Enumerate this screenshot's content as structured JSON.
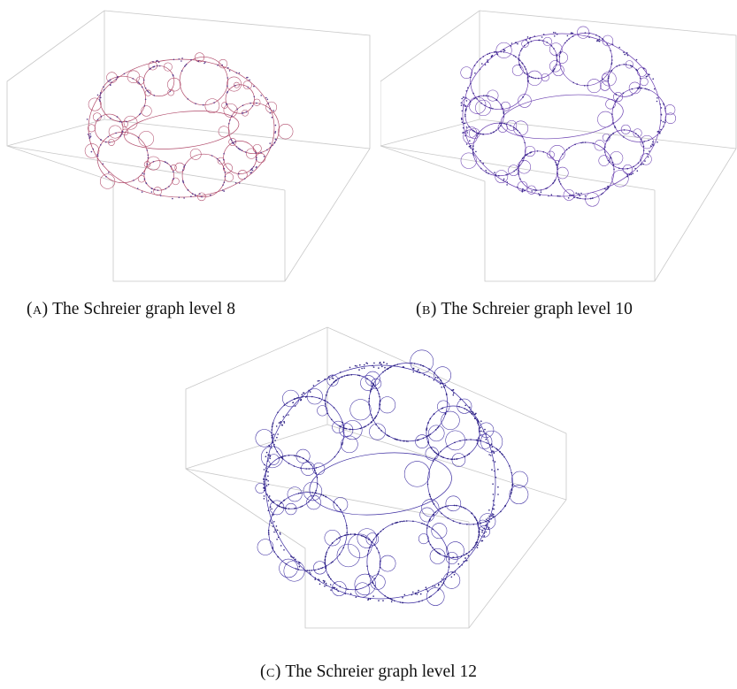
{
  "figure": {
    "panels": [
      {
        "id": "a",
        "tag": "(a)",
        "caption": "The Schreier graph level 8",
        "level": 8,
        "edge_color": "#b04a6a",
        "node_color": "#5a3b8c"
      },
      {
        "id": "b",
        "tag": "(b)",
        "caption": "The Schreier graph level 10",
        "level": 10,
        "edge_color": "#6a3fb0",
        "node_color": "#3b2a8c"
      },
      {
        "id": "c",
        "tag": "(c)",
        "caption": "The Schreier graph level 12",
        "level": 12,
        "edge_color": "#3a2aa0",
        "node_color": "#2a1f80"
      }
    ],
    "box_color": "#c8c8c8"
  }
}
